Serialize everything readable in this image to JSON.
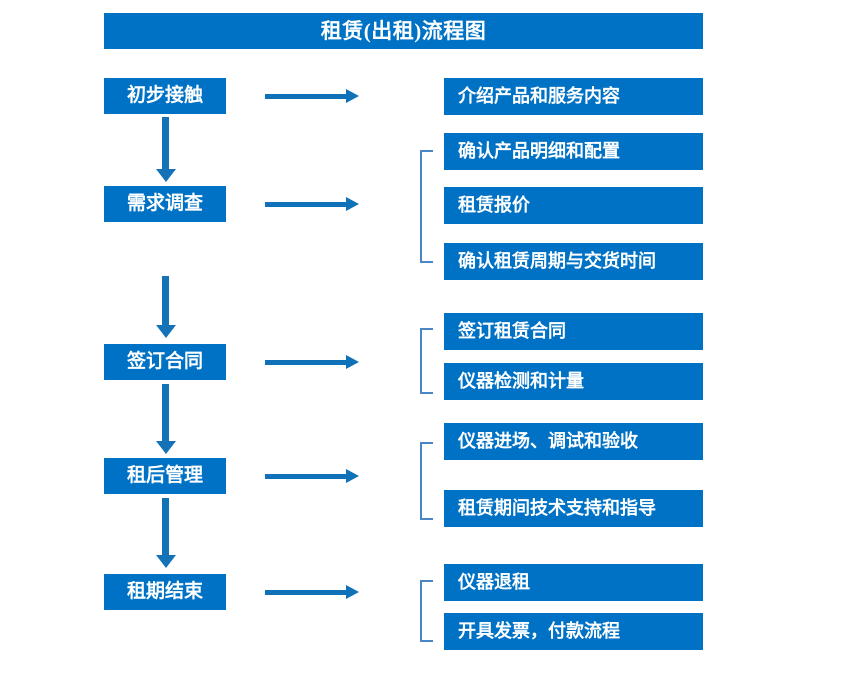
{
  "diagram": {
    "title": "租赁(出租)流程图",
    "type": "flowchart",
    "colors": {
      "box_fill": "#0072C6",
      "box_text": "#FFFFFF",
      "arrow": "#0F72B9",
      "bracket": "#4A86C5",
      "background": "#FFFFFF"
    },
    "stages": [
      {
        "id": "stage-1",
        "label": "初步接触",
        "arrow_label": "",
        "details": [
          {
            "id": "detail-1-1",
            "label": "介绍产品和服务内容"
          }
        ],
        "bracketed": false
      },
      {
        "id": "stage-2",
        "label": "需求调查",
        "arrow_label": "",
        "details": [
          {
            "id": "detail-2-1",
            "label": "确认产品明细和配置"
          },
          {
            "id": "detail-2-2",
            "label": "租赁报价"
          },
          {
            "id": "detail-2-3",
            "label": "确认租赁周期与交货时间"
          }
        ],
        "bracketed": true
      },
      {
        "id": "stage-3",
        "label": "签订合同",
        "arrow_label": "",
        "details": [
          {
            "id": "detail-3-1",
            "label": "签订租赁合同"
          },
          {
            "id": "detail-3-2",
            "label": "仪器检测和计量"
          }
        ],
        "bracketed": true
      },
      {
        "id": "stage-4",
        "label": "租后管理",
        "arrow_label": "",
        "details": [
          {
            "id": "detail-4-1",
            "label": "仪器进场、调试和验收"
          },
          {
            "id": "detail-4-2",
            "label": "租赁期间技术支持和指导"
          }
        ],
        "bracketed": true
      },
      {
        "id": "stage-5",
        "label": "租期结束",
        "arrow_label": "",
        "details": [
          {
            "id": "detail-5-1",
            "label": "仪器退租"
          },
          {
            "id": "detail-5-2",
            "label": "开具发票，付款流程"
          }
        ],
        "bracketed": true
      }
    ],
    "connectors": {
      "vertical_arrow_name": "down-arrow",
      "horizontal_arrow_name": "right-arrow",
      "bracket_name": "group-bracket"
    }
  }
}
